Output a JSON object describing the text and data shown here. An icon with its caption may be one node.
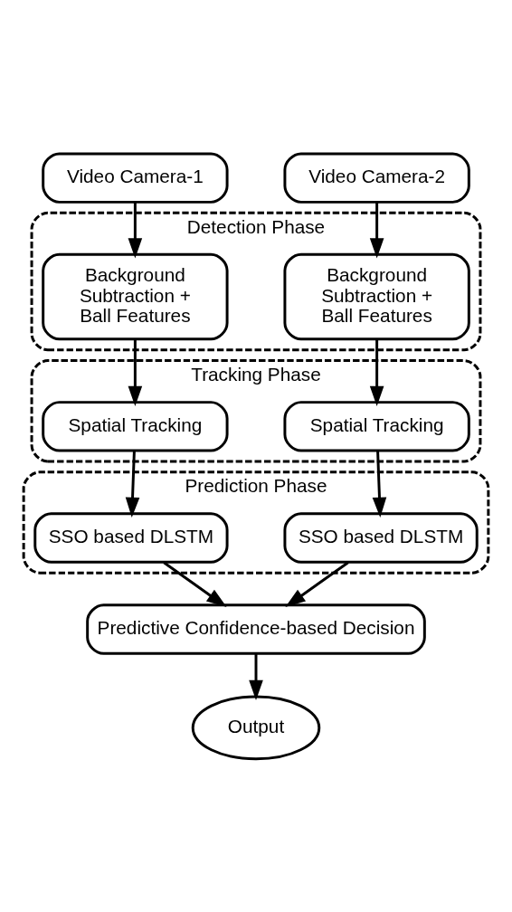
{
  "diagram": {
    "nodes": [
      {
        "text": [
          "Video Camera-1"
        ]
      },
      {
        "text": [
          "Video Camera-2"
        ]
      },
      {
        "text": [
          "Detection Phase"
        ]
      },
      {
        "text": [
          "Background Subtraction + Ball Features"
        ],
        "in": 2
      },
      {
        "text": [
          "Background Subtraction + Ball Features"
        ],
        "in": 2
      },
      {
        "text": [
          "Tracking Phase"
        ]
      },
      {
        "text": [
          "Spatial Tracking"
        ],
        "in": 5
      },
      {
        "text": [
          "Spatial Tracking"
        ],
        "in": 5
      },
      {
        "text": [
          "Prediction Phase"
        ]
      },
      {
        "text": [
          "SSO based DLSTM"
        ],
        "in": 8
      },
      {
        "text": [
          "SSO based DLSTM"
        ],
        "in": 8
      },
      {
        "text": [
          "Predictive Confidence-based Decision"
        ]
      },
      {
        "text": [
          "Output"
        ]
      }
    ],
    "edges": [
      {
        "from": 0,
        "to": 3,
        "arrow": "to"
      },
      {
        "from": 1,
        "to": 4,
        "arrow": "to"
      },
      {
        "from": 3,
        "to": 6,
        "arrow": "to"
      },
      {
        "from": 4,
        "to": 7,
        "arrow": "to"
      },
      {
        "from": 6,
        "to": 9,
        "arrow": "to"
      },
      {
        "from": 7,
        "to": 10,
        "arrow": "to"
      },
      {
        "from": 9,
        "to": 11,
        "arrow": "to"
      },
      {
        "from": 10,
        "to": 11,
        "arrow": "to"
      },
      {
        "from": 11,
        "to": 12,
        "arrow": "to"
      }
    ]
  }
}
